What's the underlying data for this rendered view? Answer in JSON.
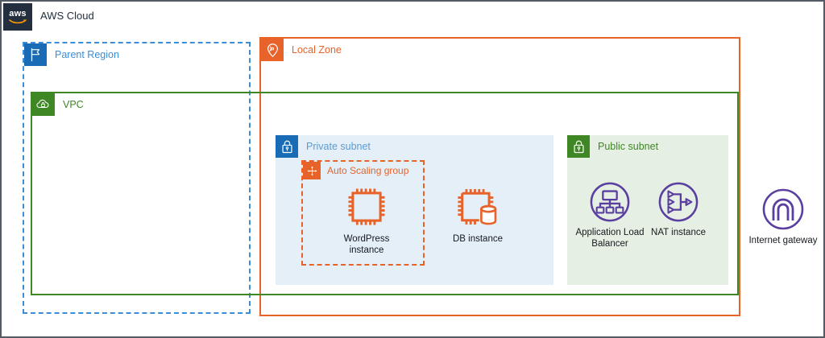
{
  "header": {
    "logo_text": "aws",
    "logo_icon": "aws-smile-logo",
    "title": "AWS Cloud"
  },
  "colors": {
    "aws_navy": "#232f3e",
    "region_blue": "#3b8dd8",
    "region_icon_blue": "#1a6bb5",
    "local_zone_orange": "#e8632a",
    "vpc_green": "#3f8624",
    "private_subnet_fill": "#e4eff7",
    "public_subnet_fill": "#e6efe3",
    "node_purple": "#5a3fa0",
    "outer_border": "#545b64"
  },
  "groups": [
    {
      "id": "parent-region",
      "label": "Parent Region",
      "icon": "flag-icon",
      "border_style": "dashed",
      "color": "#3b8dd8"
    },
    {
      "id": "local-zone",
      "label": "Local Zone",
      "icon": "location-pin-icon",
      "border_style": "solid",
      "color": "#e8632a"
    },
    {
      "id": "vpc",
      "label": "VPC",
      "icon": "vpc-cloud-lock-icon",
      "border_style": "solid",
      "color": "#3f8624"
    }
  ],
  "subnets": [
    {
      "id": "private-subnet",
      "label": "Private subnet",
      "icon": "lock-icon",
      "fill": "#e4eff7"
    },
    {
      "id": "public-subnet",
      "label": "Public subnet",
      "icon": "lock-icon",
      "fill": "#e6efe3"
    }
  ],
  "auto_scaling_group": {
    "label": "Auto Scaling group",
    "icon": "auto-scaling-arrows-icon",
    "border_style": "dashed",
    "color": "#e8632a"
  },
  "nodes": [
    {
      "id": "wordpress-instance",
      "label": "WordPress\ninstance",
      "label_line1": "WordPress",
      "label_line2": "instance",
      "icon": "ec2-chip-icon",
      "color": "#e8632a",
      "container": "auto-scaling-group"
    },
    {
      "id": "db-instance",
      "label": "DB instance",
      "label_line1": "DB instance",
      "label_line2": "",
      "icon": "ec2-chip-database-icon",
      "color": "#e8632a",
      "container": "private-subnet"
    },
    {
      "id": "application-load-balancer",
      "label": "Application Load Balancer",
      "label_line1": "Application Load",
      "label_line2": "Balancer",
      "icon": "application-load-balancer-icon",
      "color": "#5a3fa0",
      "container": "public-subnet"
    },
    {
      "id": "nat-instance",
      "label": "NAT instance",
      "label_line1": "NAT instance",
      "label_line2": "",
      "icon": "nat-instance-icon",
      "color": "#5a3fa0",
      "container": "public-subnet"
    },
    {
      "id": "internet-gateway",
      "label": "Internet gateway",
      "label_line1": "Internet gateway",
      "label_line2": "",
      "icon": "internet-gateway-icon",
      "color": "#5a3fa0",
      "container": "aws-cloud"
    }
  ]
}
